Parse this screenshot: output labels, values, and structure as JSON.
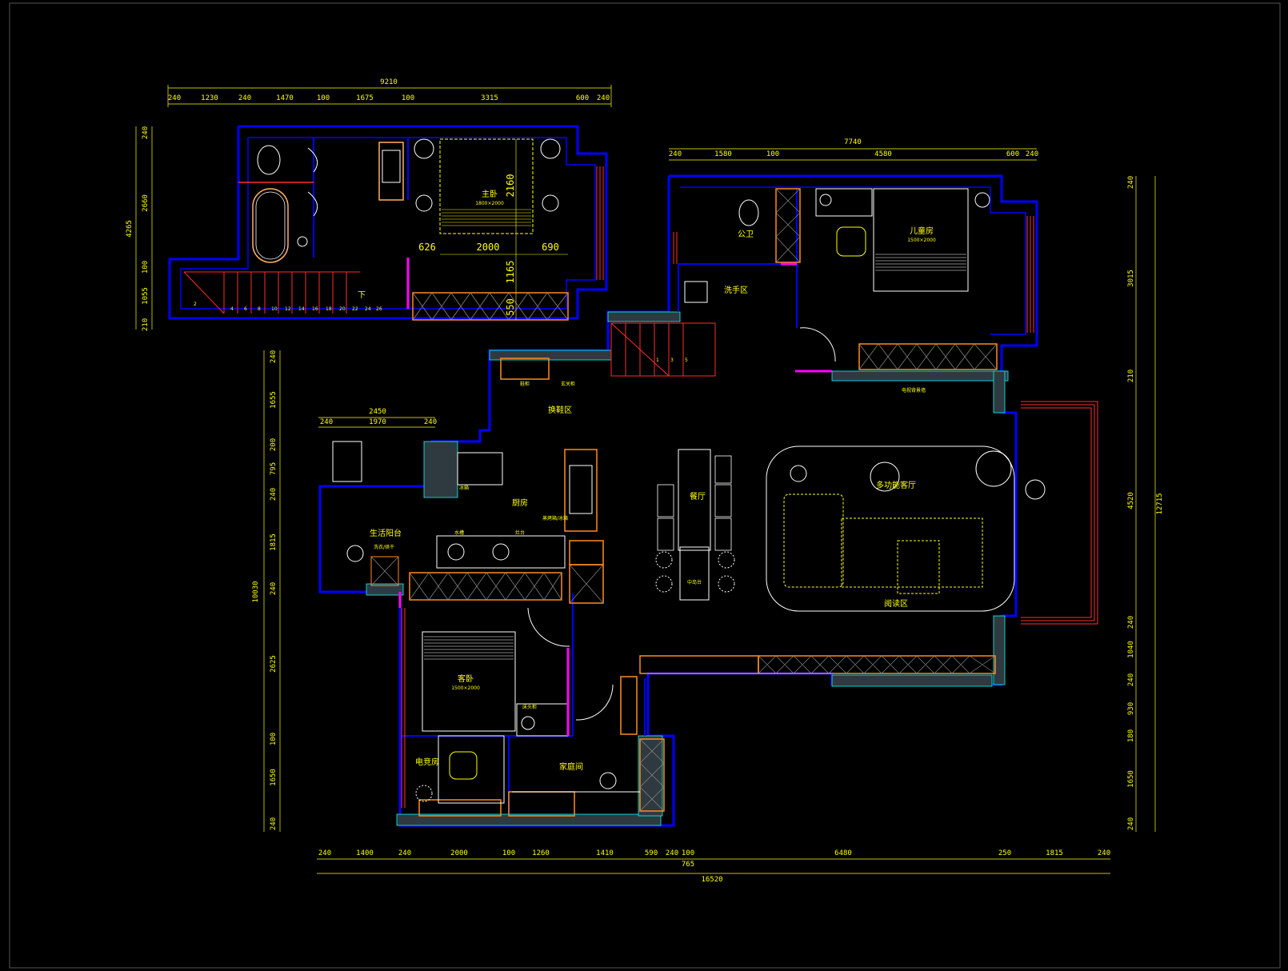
{
  "colors": {
    "background": "#000000",
    "wall": "#0000ff",
    "wall_fill": "#2f3a40",
    "dimension": "#ffff00",
    "furniture": "#ffffff",
    "cabinet": "#ff8c1a",
    "door": "#ff2a2a",
    "window": "#ff3030",
    "accent_cyan": "#00ffff",
    "accent_magenta": "#ff00ff"
  },
  "upper_floor": {
    "overall_width": "9210",
    "top_dims": [
      "240",
      "1230",
      "240",
      "1470",
      "100",
      "1675",
      "100",
      "3315",
      "600",
      "240"
    ],
    "left_total": "4265",
    "left_dims": [
      "240",
      "2660",
      "100",
      "1055",
      "210"
    ],
    "bed_dims": {
      "w_left": "626",
      "w_mid": "2000",
      "w_right": "690",
      "h_top": "2160",
      "h_mid": "1165",
      "h_bot": "550"
    },
    "rooms": {
      "master": "主卧",
      "stairs_down": "下"
    },
    "stair_numbers": [
      "2",
      "4",
      "6",
      "8",
      "10",
      "12",
      "14",
      "16",
      "18",
      "20",
      "22",
      "24",
      "26"
    ]
  },
  "main_floor": {
    "right_top_width": "7740",
    "right_top_dims": [
      "240",
      "1580",
      "100",
      "4580",
      "600",
      "240"
    ],
    "bottom_total": "16520",
    "bottom_dims": [
      "240",
      "1400",
      "240",
      "2000",
      "100",
      "1260",
      "1410",
      "590",
      "240",
      "100",
      "6480",
      "250",
      "1815",
      "240"
    ],
    "bottom_sub": "765",
    "left_total": "10030",
    "left_dims": [
      "240",
      "1655",
      "200",
      "795",
      "240",
      "1815",
      "240",
      "2625",
      "100",
      "1650",
      "240"
    ],
    "right_total": "12715",
    "right_dims": [
      "240",
      "3015",
      "210",
      "4520",
      "240",
      "1040",
      "240",
      "930",
      "180",
      "1650",
      "240"
    ],
    "balcony_dims": {
      "total": "2450",
      "parts": [
        "240",
        "1970",
        "240"
      ]
    },
    "stair_numbers": [
      "1",
      "3",
      "5"
    ],
    "rooms": {
      "public_bath": "公卫",
      "kids_room": "儿童房",
      "wash_area": "洗手区",
      "shoe_area": "换鞋区",
      "kitchen": "厨房",
      "dining": "餐厅",
      "multi_living": "多功能客厅",
      "reading_area": "阅读区",
      "utility_balcony": "生活阳台",
      "guest_room": "客卧",
      "ebook_room": "电竞房",
      "family_room": "家庭间"
    },
    "labels": {
      "island": "中岛台",
      "fridge": "冰箱",
      "stove": "灶台",
      "sink_cab": "水槽",
      "washer": "洗衣/烘干",
      "oven": "蒸烤箱/冰箱",
      "shoe_cab": "鞋柜",
      "entry_cab": "玄关柜",
      "tv_wall": "电视背景墙",
      "kids_bed": "1500×2000",
      "master_bed": "1800×2000",
      "guest_bed": "1500×2000",
      "head_cab": "床头柜"
    }
  }
}
